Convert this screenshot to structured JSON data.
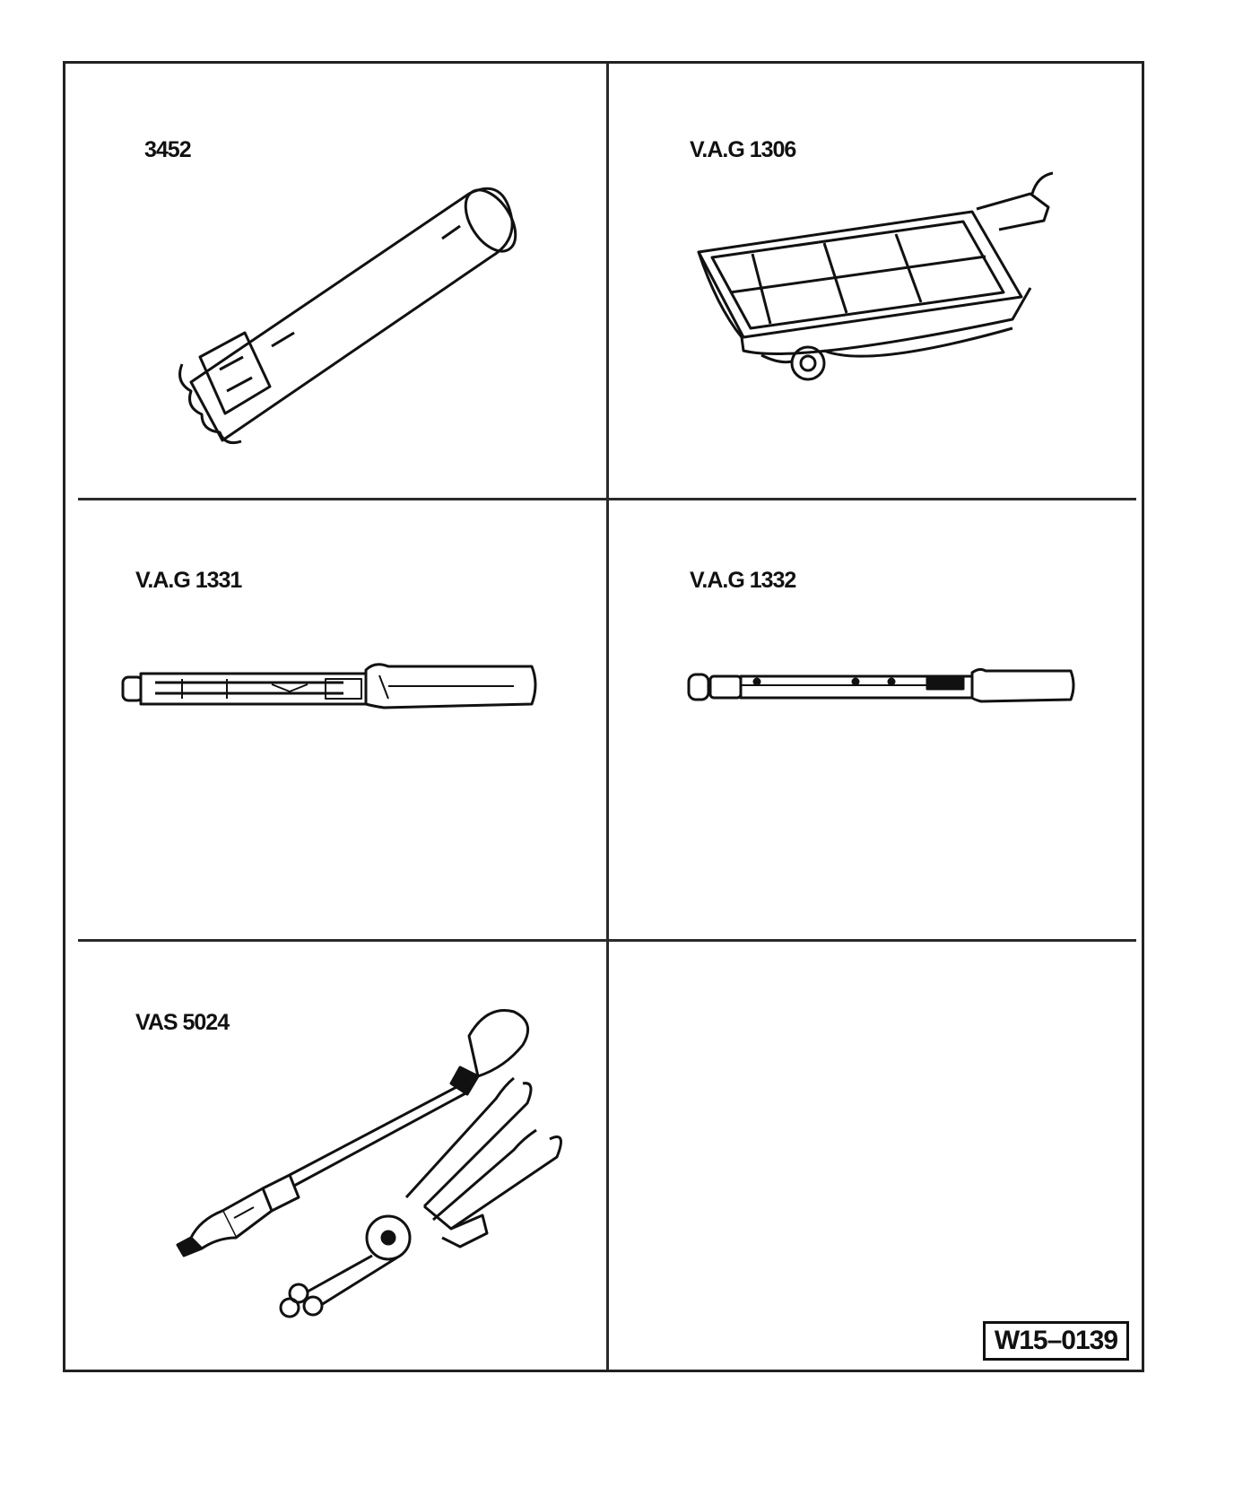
{
  "tools": [
    {
      "id": "3452",
      "icon": "splined-socket-icon"
    },
    {
      "id": "V.A.G 1306",
      "icon": "drain-pan-icon"
    },
    {
      "id": "V.A.G 1331",
      "icon": "torque-wrench-icon"
    },
    {
      "id": "V.A.G 1332",
      "icon": "torque-wrench-large-icon"
    },
    {
      "id": "VAS 5024",
      "icon": "hose-clip-pliers-icon"
    }
  ],
  "reference": "W15–0139"
}
